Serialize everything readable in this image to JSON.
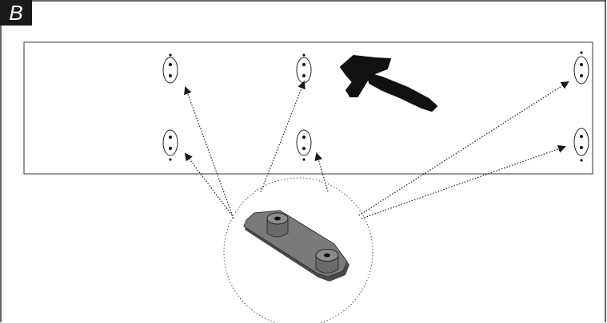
{
  "step": {
    "label": "B"
  },
  "panel": {
    "fastener_positions": [
      "top-left",
      "top-center",
      "top-right",
      "bottom-left",
      "bottom-center",
      "bottom-right"
    ],
    "tool_icon": "hammer-icon"
  },
  "part": {
    "icon": "double-post-bracket-icon",
    "callout_style": "dotted-circle",
    "body_color": "#7a7a7a",
    "boss_color": "#8c8c8c",
    "shadow_color": "#4a4a4a"
  },
  "colors": {
    "line": "#333333",
    "badge_bg": "#1a1a1a",
    "badge_text": "#ffffff"
  }
}
